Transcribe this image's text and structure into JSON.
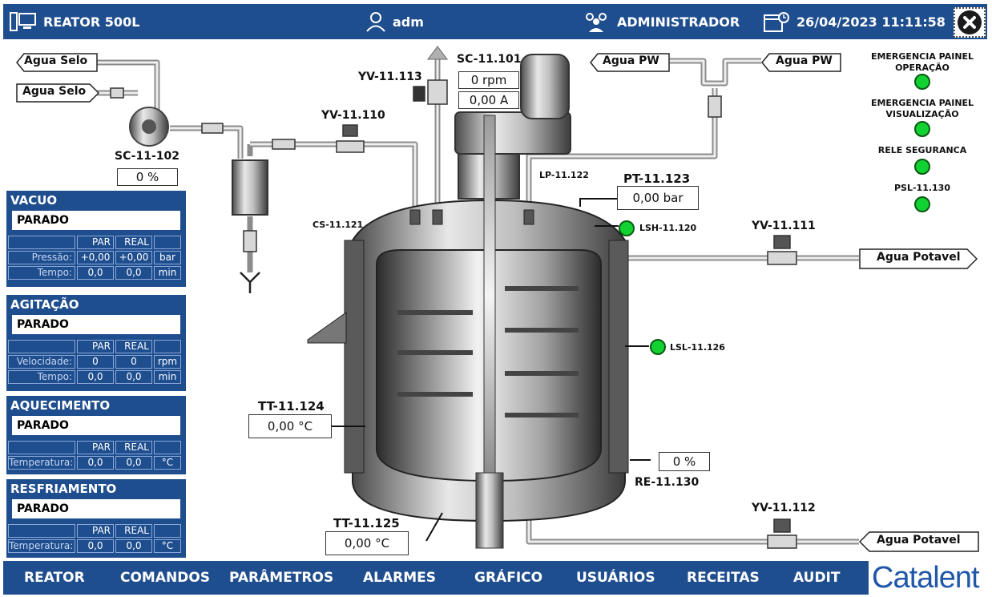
{
  "header": {
    "title": "REATOR 500L",
    "user": "adm",
    "role": "ADMINISTRADOR",
    "datetime": "26/04/2023 11:11:58"
  },
  "labels": {
    "agua_selo_1": "Agua Selo",
    "agua_selo_2": "Agua Selo",
    "sc11102": "SC-11-102",
    "sc11102_val": "0 %",
    "yv11113": "YV-11.113",
    "yv11110": "YV-11.110",
    "sc11101": "SC-11.101",
    "sc11101_rpm": "0 rpm",
    "sc11101_amp": "0,00 A",
    "lp11122": "LP-11.122",
    "pt11123": "PT-11.123",
    "pt11123_val": "0,00 bar",
    "cs11121": "CS-11.121",
    "lsh11120": "LSH-11.120",
    "lsl11126": "LSL-11.126",
    "tt11124": "TT-11.124",
    "tt11124_val": "0,00 °C",
    "tt11125": "TT-11.125",
    "tt11125_val": "0,00 °C",
    "re11130": "RE-11.130",
    "re11130_val": "0 %",
    "agua_pw_1": "Agua PW",
    "agua_pw_2": "Agua PW",
    "yv11111": "YV-11.111",
    "agua_potavel_1": "Agua Potavel",
    "yv11112": "YV-11.112",
    "agua_potavel_2": "Agua Potavel"
  },
  "indicators": [
    {
      "line1": "EMERGENCIA PAINEL",
      "line2": "OPERAÇÃO"
    },
    {
      "line1": "EMERGENCIA PAINEL",
      "line2": "VISUALIZAÇÃO"
    },
    {
      "line1": "RELE SEGURANCA",
      "line2": ""
    },
    {
      "line1": "PSL-11.130",
      "line2": ""
    }
  ],
  "panels": {
    "vacuo": {
      "title": "VACUO",
      "status": "PARADO",
      "col_par": "PAR",
      "col_real": "REAL",
      "rows": [
        {
          "label": "Pressão:",
          "par": "+0,00",
          "real": "+0,00",
          "unit": "bar"
        },
        {
          "label": "Tempo:",
          "par": "0,0",
          "real": "0,0",
          "unit": "min"
        }
      ]
    },
    "agitacao": {
      "title": "AGITAÇÃO",
      "status": "PARADO",
      "col_par": "PAR",
      "col_real": "REAL",
      "rows": [
        {
          "label": "Velocidade:",
          "par": "0",
          "real": "0",
          "unit": "rpm"
        },
        {
          "label": "Tempo:",
          "par": "0,0",
          "real": "0,0",
          "unit": "min"
        }
      ]
    },
    "aquecimento": {
      "title": "AQUECIMENTO",
      "status": "PARADO",
      "col_par": "PAR",
      "col_real": "REAL",
      "rows": [
        {
          "label": "Temperatura:",
          "par": "0,0",
          "real": "0,0",
          "unit": "°C"
        }
      ]
    },
    "resfriamento": {
      "title": "RESFRIAMENTO",
      "status": "PARADO",
      "col_par": "PAR",
      "col_real": "REAL",
      "rows": [
        {
          "label": "Temperatura:",
          "par": "0,0",
          "real": "0,0",
          "unit": "°C"
        }
      ]
    }
  },
  "nav": [
    "REATOR",
    "COMANDOS",
    "PARÂMETROS",
    "ALARMES",
    "GRÁFICO",
    "USUÁRIOS",
    "RECEITAS",
    "AUDIT"
  ],
  "brand": "Catalent",
  "colors": {
    "header": "#1f4e8f",
    "indicator": "#12d232"
  }
}
